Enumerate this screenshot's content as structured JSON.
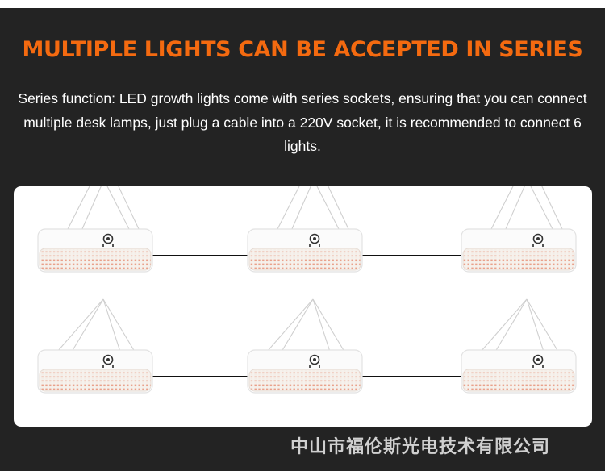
{
  "headline": "MULTIPLE LIGHTS CAN BE ACCEPTED IN SERIES",
  "description": "Series function: LED growth lights come with series sockets, ensuring that you can connect multiple desk lamps, just plug a cable into a 220V socket, it is recommended to connect 6 lights.",
  "watermark": "中山市福伦斯光电技术有限公司",
  "illustration": {
    "rows": 2,
    "lights_per_row": 3,
    "light_count": 6,
    "connection": "series cable",
    "icons": [
      "led-grow-light-icon",
      "series-cable-icon",
      "power-knob-icon",
      "hanging-wire-icon"
    ]
  },
  "colors": {
    "background": "#232323",
    "headline": "#f46a10",
    "text": "#ffffff",
    "card": "#ffffff",
    "led_warm": "#e9a08a",
    "led_white": "#f3ede6",
    "cable": "#111111"
  }
}
